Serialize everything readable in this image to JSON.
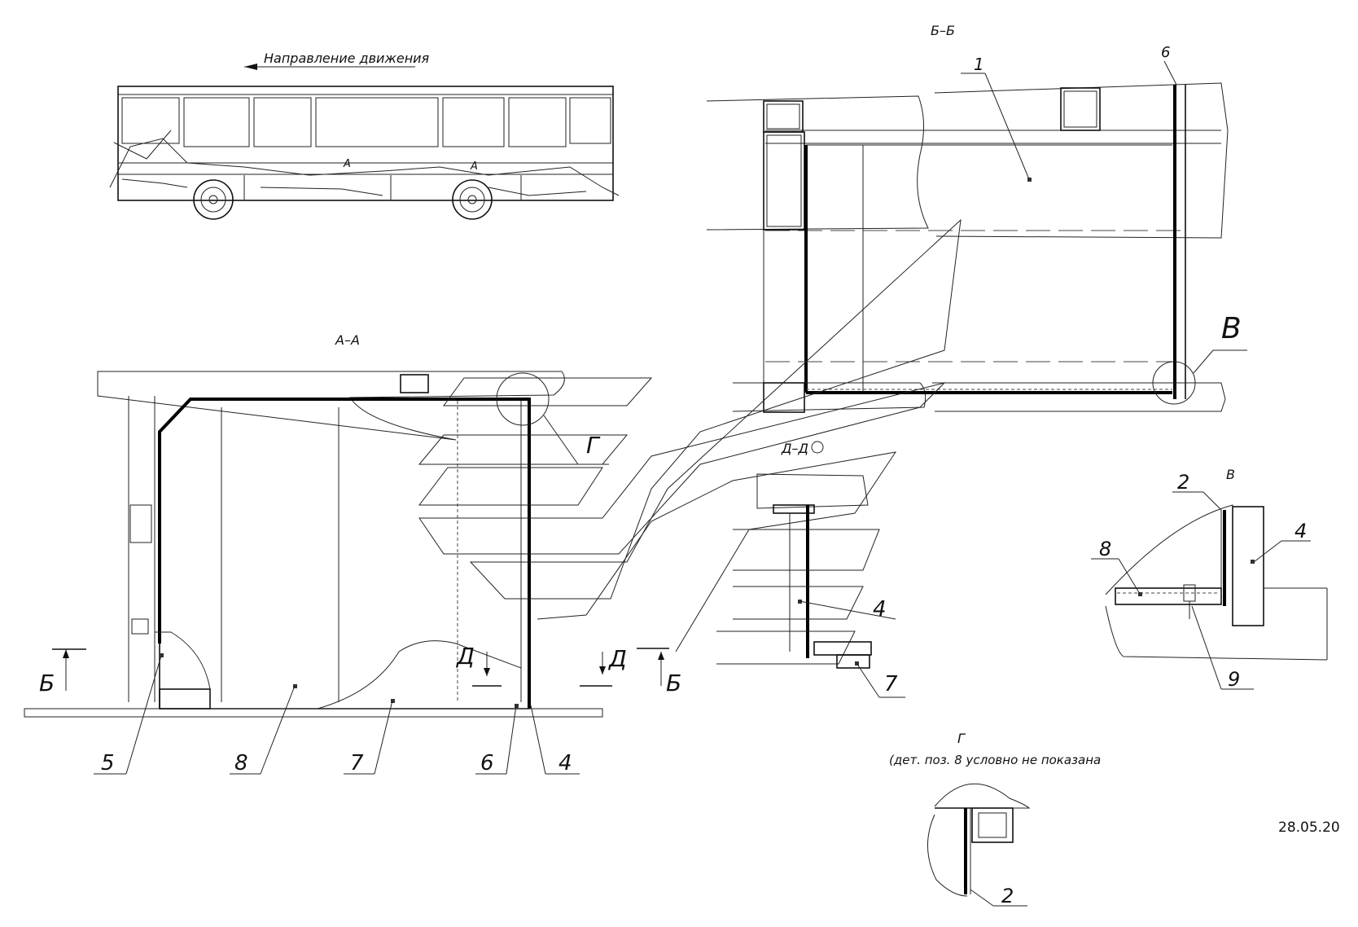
{
  "drawing": {
    "direction_label": "Направление движения",
    "section_bb_title": "Б–Б",
    "section_aa_title": "А–А",
    "section_dd_title": "Д–Д",
    "view_v_title": "В",
    "view_v_callout": "В",
    "view_g_title": "Г",
    "view_g_note": "(дет. поз. 8 условно не показана",
    "view_g_callout": "Г",
    "cut_marker_b": "Б",
    "cut_marker_d": "Д",
    "cut_marker_a": "А",
    "date": "28.05.20"
  },
  "positions": {
    "bb_1": "1",
    "bb_6": "6",
    "aa_5": "5",
    "aa_8": "8",
    "aa_7": "7",
    "aa_6": "6",
    "aa_4": "4",
    "dd_4": "4",
    "dd_7": "7",
    "v_2": "2",
    "v_8": "8",
    "v_4": "4",
    "v_9": "9",
    "g_2": "2"
  }
}
